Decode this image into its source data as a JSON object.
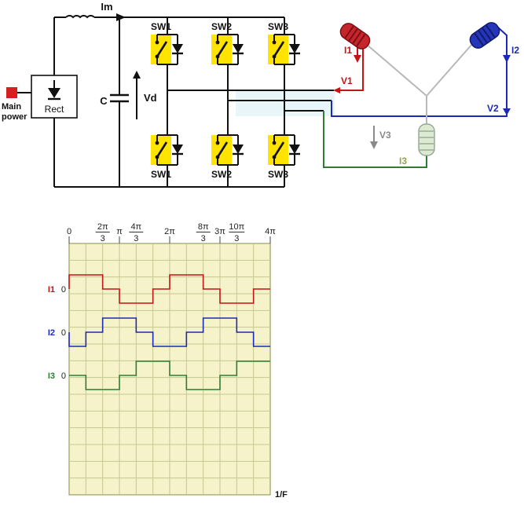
{
  "circuit": {
    "main_power": {
      "line1": "Main",
      "line2": "power"
    },
    "rectifier": "Rect",
    "inductor_current": "Im",
    "capacitor": "C",
    "dc_voltage": "Vd",
    "switches_top": [
      "SW1",
      "SW2",
      "SW3"
    ],
    "switches_bottom": [
      "SW1",
      "SW2",
      "SW3"
    ],
    "phases": {
      "i1": "I1",
      "v1": "V1",
      "i2": "I2",
      "v2": "V2",
      "i3": "I3",
      "v3": "V3"
    },
    "colors": {
      "phase1": "#c41414",
      "phase2": "#1c2ab4",
      "phase3": "#2e7d32",
      "neutral_gray": "#b8b8b8",
      "switch_box": "#ffe400",
      "wire": "#111111",
      "main_power_block": "#d42020"
    }
  },
  "chart_data": {
    "type": "line",
    "x_range_pi": [
      0,
      4
    ],
    "segment_width_pi": 0.3333,
    "x_ticks": [
      {
        "label": "0"
      },
      {
        "num": "2π",
        "den": "3"
      },
      {
        "label": "π"
      },
      {
        "num": "4π",
        "den": "3"
      },
      {
        "label": "2π"
      },
      {
        "num": "8π",
        "den": "3"
      },
      {
        "label": "3π"
      },
      {
        "num": "10π",
        "den": "3"
      },
      {
        "label": "4π"
      }
    ],
    "x_tick_positions_pi": [
      0,
      0.6667,
      1,
      1.3333,
      2,
      2.6667,
      3,
      3.3333,
      4
    ],
    "series": [
      {
        "name": "I1",
        "zero_label": "0",
        "color": "#c41414",
        "levels": [
          1,
          1,
          0,
          -1,
          -1,
          0,
          1,
          1,
          0,
          -1,
          -1,
          0
        ]
      },
      {
        "name": "I2",
        "zero_label": "0",
        "color": "#1c2ab4",
        "levels": [
          -1,
          0,
          1,
          1,
          0,
          -1,
          -1,
          0,
          1,
          1,
          0,
          -1
        ]
      },
      {
        "name": "I3",
        "zero_label": "0",
        "color": "#2e7d32",
        "levels": [
          0,
          -1,
          -1,
          0,
          1,
          1,
          0,
          -1,
          -1,
          0,
          1,
          1
        ]
      }
    ],
    "x_caption": "1/F",
    "grid": true,
    "plot_bg": "#f6f3cb",
    "grid_line_color": "#c6c78f"
  }
}
